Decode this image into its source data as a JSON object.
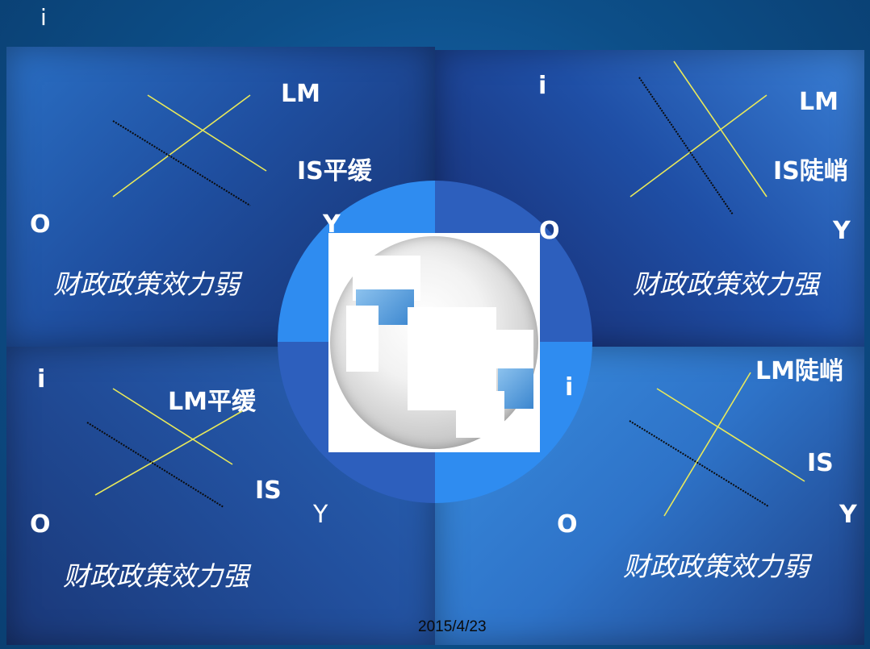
{
  "slide": {
    "top_axis_label": "i",
    "date": "2015/4/23"
  },
  "quadrants": {
    "top_left": {
      "y_axis": "",
      "origin": "O",
      "x_axis": "Y",
      "lm_label": "LM",
      "is_label": "IS平缓",
      "effect": "财政政策效力弱"
    },
    "top_right": {
      "y_axis": "i",
      "origin": "O",
      "x_axis": "Y",
      "lm_label": "LM",
      "is_label": "IS陡峭",
      "effect": "财政政策效力强"
    },
    "bottom_left": {
      "y_axis": "i",
      "origin": "O",
      "x_axis": "Y",
      "lm_label": "LM平缓",
      "is_label": "IS",
      "effect": "财政政策效力强"
    },
    "bottom_right": {
      "y_axis": "i",
      "origin": "O",
      "x_axis": "Y",
      "lm_label": "LM陡峭",
      "is_label": "IS",
      "effect": "财政政策效力弱"
    }
  },
  "colors": {
    "curve_line": "#e9e95a",
    "shifted_curve": "#0a0a0a",
    "text": "#ffffff"
  }
}
